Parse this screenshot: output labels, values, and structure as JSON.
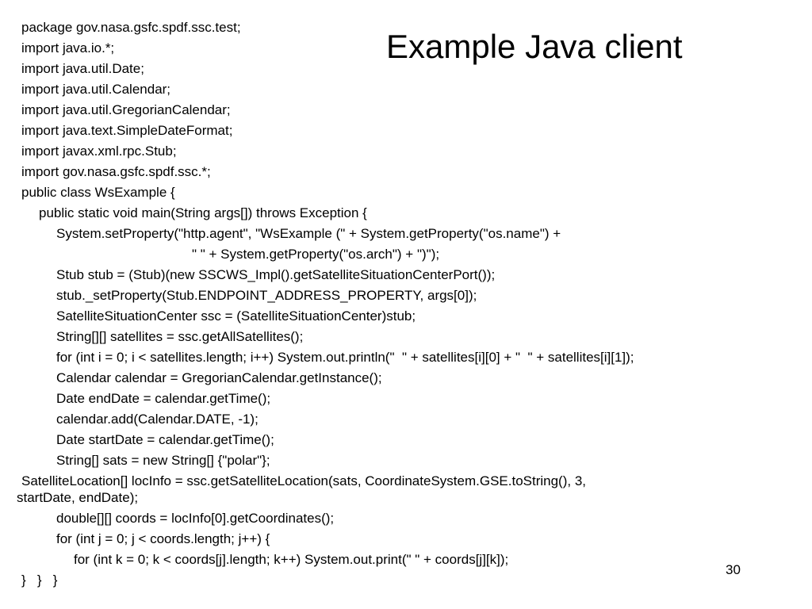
{
  "slide": {
    "title": "Example Java client",
    "page_number": "30",
    "code_lines": [
      "package gov.nasa.gsfc.spdf.ssc.test;",
      "import java.io.*;",
      "import java.util.Date;",
      "import java.util.Calendar;",
      "import java.util.GregorianCalendar;",
      "import java.text.SimpleDateFormat;",
      "import javax.xml.rpc.Stub;",
      "import gov.nasa.gsfc.spdf.ssc.*;",
      "public class WsExample {",
      "public static void main(String args[]) throws Exception {",
      "System.setProperty(\"http.agent\", \"WsExample (\" + System.getProperty(\"os.name\") +",
      "\" \" + System.getProperty(\"os.arch\") + \")\");",
      "Stub stub = (Stub)(new SSCWS_Impl().getSatelliteSituationCenterPort());",
      "stub._setProperty(Stub.ENDPOINT_ADDRESS_PROPERTY, args[0]);",
      "SatelliteSituationCenter ssc = (SatelliteSituationCenter)stub;",
      "String[][] satellites = ssc.getAllSatellites();",
      "for (int i = 0; i < satellites.length; i++) System.out.println(\"  \" + satellites[i][0] + \"  \" + satellites[i][1]);",
      "Calendar calendar = GregorianCalendar.getInstance();",
      "Date endDate = calendar.getTime();",
      "calendar.add(Calendar.DATE, -1);",
      "Date startDate = calendar.getTime();",
      "String[] sats = new String[] {\"polar\"};",
      "SatelliteLocation[] locInfo = ssc.getSatelliteLocation(sats, CoordinateSystem.GSE.toString(), 3,",
      "startDate, endDate);",
      "double[][] coords = locInfo[0].getCoordinates();",
      "for (int j = 0; j < coords.length; j++) {",
      "for (int k = 0; k < coords[j].length; k++) System.out.print(\" \" + coords[j][k]);",
      "}   }   }"
    ]
  }
}
